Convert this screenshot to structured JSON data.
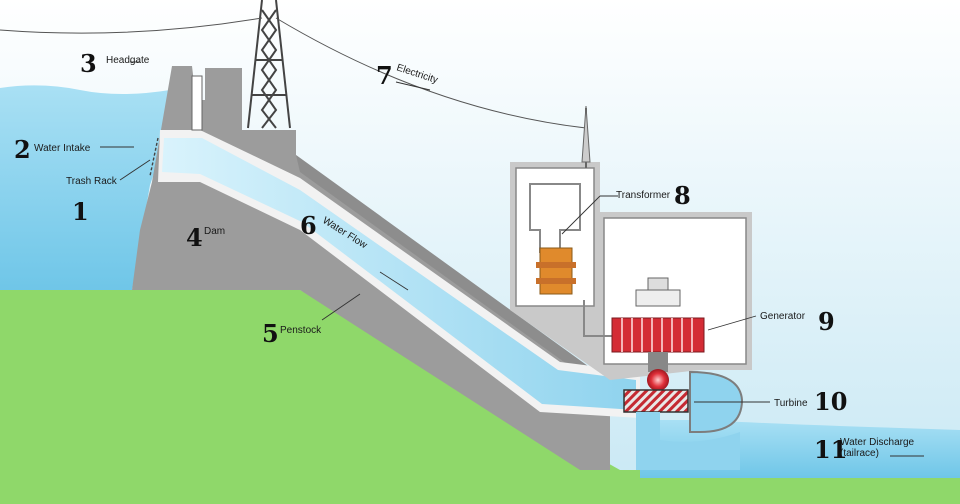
{
  "colors": {
    "sky": "#d6eef7",
    "water": "#8fd3ee",
    "water_light": "#bfe8f7",
    "ground": "#8fd86a",
    "concrete": "#9c9c9c",
    "concrete_dark": "#7d7d7d",
    "building": "#c9c9c9",
    "accent_red": "#d42c35",
    "transformer_orange": "#e08a2c"
  },
  "labels": {
    "headgate": {
      "number": "3",
      "text": "Headgate"
    },
    "water_intake": {
      "number": "2",
      "text": "Water Intake"
    },
    "trash_rack": {
      "text": "Trash Rack"
    },
    "reservoir": {
      "number": "1"
    },
    "dam": {
      "number": "4",
      "text": "Dam"
    },
    "penstock": {
      "number": "5",
      "text": "Penstock"
    },
    "water_flow": {
      "number": "6",
      "text": "Water Flow"
    },
    "electricity": {
      "number": "7",
      "text": "Electricity"
    },
    "transformer": {
      "number": "8",
      "text": "Transformer"
    },
    "generator": {
      "number": "9",
      "text": "Generator"
    },
    "turbine": {
      "number": "10",
      "text": "Turbine"
    },
    "water_discharge": {
      "number": "11",
      "text": "Water Discharge",
      "subtext": "(tailrace)"
    }
  }
}
